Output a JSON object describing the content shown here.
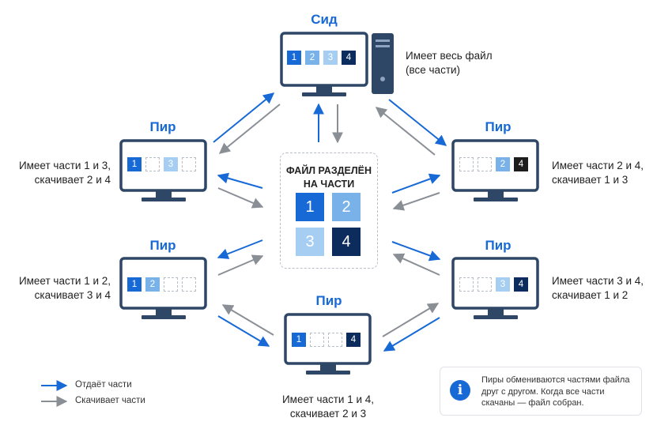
{
  "colors": {
    "part1": "#1769d6",
    "part2": "#79b2e9",
    "part3": "#a6cdf2",
    "part4": "#0c2c5e",
    "part4_dark": "#1c1c1c",
    "monitor": "#2f4766",
    "blue_arrow": "#1769d6",
    "gray_arrow": "#8a8f96",
    "title": "#1769d6"
  },
  "seed": {
    "title": "Сид",
    "description_line1": "Имеет весь файл",
    "description_line2": "(все части)",
    "parts": [
      "1",
      "2",
      "3",
      "4"
    ]
  },
  "peers": [
    {
      "id": "left-top",
      "title": "Пир",
      "line1": "Имеет части 1 и 3,",
      "line2": "скачивает 2 и 4",
      "parts": [
        "1",
        "",
        "3",
        ""
      ]
    },
    {
      "id": "right-top",
      "title": "Пир",
      "line1": "Имеет части 2 и 4,",
      "line2": "скачивает 1 и 3",
      "parts": [
        "",
        "",
        "2",
        "4"
      ]
    },
    {
      "id": "left-mid",
      "title": "Пир",
      "line1": "Имеет части 1 и 2,",
      "line2": "скачивает 3 и 4",
      "parts": [
        "1",
        "2",
        "",
        ""
      ]
    },
    {
      "id": "right-mid",
      "title": "Пир",
      "line1": "Имеет части 3 и 4,",
      "line2": "скачивает 1 и 2",
      "parts": [
        "",
        "",
        "3",
        "4"
      ]
    },
    {
      "id": "bottom",
      "title": "Пир",
      "line1": "Имеет части 1 и 4,",
      "line2": "скачивает 2 и 3",
      "parts": [
        "1",
        "",
        "",
        "4"
      ]
    }
  ],
  "file": {
    "title_line1": "ФАЙЛ РАЗДЕЛЁН",
    "title_line2": "НА ЧАСТИ",
    "parts": [
      "1",
      "2",
      "3",
      "4"
    ]
  },
  "legend": {
    "gives": "Отдаёт части",
    "downloads": "Скачивает части"
  },
  "info": {
    "icon": "info-icon",
    "symbol": "i",
    "line1": "Пиры обмениваются частями файла",
    "line2": "друг с другом. Когда все части",
    "line3": "скачаны — файл собран."
  }
}
